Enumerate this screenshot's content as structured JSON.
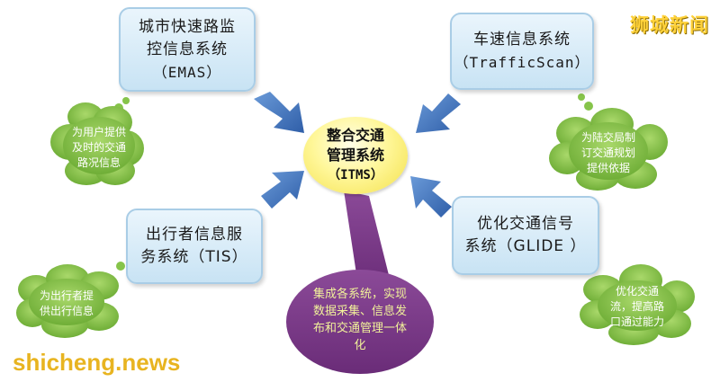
{
  "center": {
    "line1": "整合交通",
    "line2": "管理系统",
    "line3": "（ITMS）"
  },
  "boxes": {
    "emas": {
      "line1": "城市快速路监",
      "line2": "控信息系统",
      "line3": "（EMAS）"
    },
    "trafficscan": {
      "line1": "车速信息系统",
      "line2": "（TrafficScan）"
    },
    "tis": {
      "line1": "出行者信息服",
      "line2": "务系统（TIS）"
    },
    "glide": {
      "line1": "优化交通信号",
      "line2": "系统（GLIDE ）"
    }
  },
  "clouds": {
    "emas": {
      "line1": "为用户提供",
      "line2": "及时的交通",
      "line3": "路况信息"
    },
    "trafficscan": {
      "line1": "为陆交局制",
      "line2": "订交通规划",
      "line3": "提供依据"
    },
    "tis": {
      "line1": "为出行者提",
      "line2": "供出行信息"
    },
    "glide": {
      "line1": "优化交通",
      "line2": "流，提高路",
      "line3": "口通过能力"
    }
  },
  "itms_callout": {
    "line1": "集成各系统，实现",
    "line2": "数据采集、信息发",
    "line3": "布和交通管理一体",
    "line4": "化"
  },
  "watermarks": {
    "top_right": "狮城新闻",
    "bottom_left": "shicheng.news"
  },
  "colors": {
    "box_fill": "#c8e3f4",
    "center_fill": "#fff79a",
    "cloud_fill": "#86c44a",
    "arrow": "#3f6fb8",
    "callout": "#7a3a86",
    "callout_text": "#f1f19a"
  }
}
